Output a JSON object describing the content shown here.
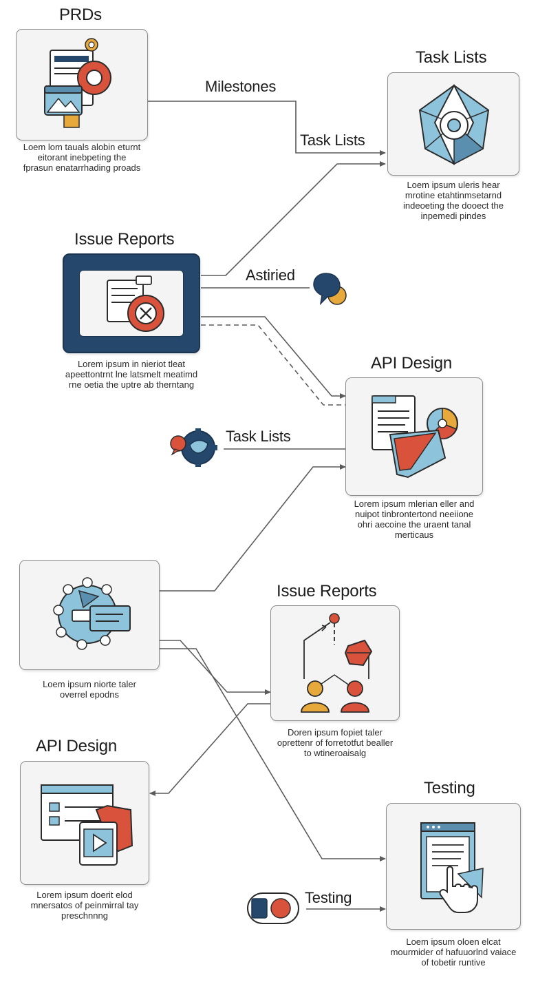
{
  "nodes": {
    "prds": {
      "title": "PRDs",
      "caption": "Loem lom tauals alobin eturnt eitorant inebpeting the fprasun enatarrhading proads"
    },
    "task_lists": {
      "title": "Task Lists",
      "caption": "Loem ipsum uleris hear mrotine etahtinmsetarnd indeoeting the dooect the inpemedi pindes"
    },
    "issue_reports_1": {
      "title": "Issue Reports",
      "caption": "Lorem ipsum in nieriot tleat apeettontrnt lne latsmelt meatimd rne oetia the uptre ab therntang"
    },
    "api_design_1": {
      "title": "API Design",
      "caption": "Lorem ipsum mlerian eller and nuipot tinbrontertond neeiione ohri aecoine the uraent tanal merticaus"
    },
    "unnamed_node": {
      "title": "",
      "caption": "Loem ipsum niorte taler overrel epodns"
    },
    "issue_reports_2": {
      "title": "Issue Reports",
      "caption": "Doren ipsum fopiet taler oprettenr of forretotfut bealler to wtineroaisalg"
    },
    "api_design_2": {
      "title": "API Design",
      "caption": "Lorem ipsum doerit elod mnersatos of peinmirral tay preschnnng"
    },
    "testing": {
      "title": "Testing",
      "caption": "Loem ipsum oloen elcat mourmider of hafuuorlnd vaiace of tobetir runtive"
    }
  },
  "edge_labels": {
    "milestones": "Milestones",
    "task_lists_upper": "Task Lists",
    "astiried": "Astiried",
    "task_lists_mid": "Task Lists",
    "testing_lower": "Testing"
  },
  "colors": {
    "navy": "#25476b",
    "light_blue": "#8ec3dc",
    "red": "#d9533c",
    "orange": "#e8a93c",
    "line": "#5a5a5a"
  }
}
